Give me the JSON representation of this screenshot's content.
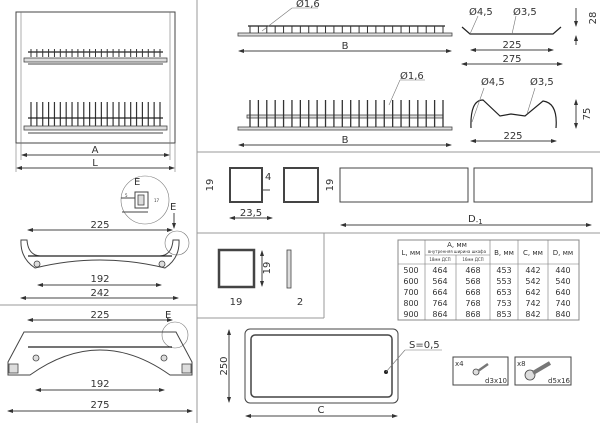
{
  "cabinet": {
    "dim_a": "A",
    "dim_l": "L"
  },
  "detail": {
    "label": "E",
    "dim_5": "5",
    "dim_17": "17",
    "callout": "E"
  },
  "upper_bracket": {
    "dim_225": "225",
    "dim_192": "192",
    "dim_242": "242"
  },
  "lower_bracket": {
    "dim_225": "225",
    "dim_192": "192",
    "dim_275": "275",
    "callout": "E"
  },
  "upper_rack": {
    "wire": "Ø1,6",
    "length": "B"
  },
  "upper_profile": {
    "d1": "Ø4,5",
    "d2": "Ø3,5",
    "w1": "225",
    "w2": "275",
    "h": "28"
  },
  "lower_rack": {
    "wire": "Ø1,6",
    "length": "B"
  },
  "lower_profile": {
    "d1": "Ø4,5",
    "d2": "Ø3,5",
    "w1": "225",
    "h": "75"
  },
  "rail_profile": {
    "h1": "19",
    "w": "23,5",
    "lip": "4",
    "h2": "19",
    "length_main": "D",
    "length_sub": "-1"
  },
  "corner_profile": {
    "h": "19",
    "w": "19",
    "t": "2"
  },
  "table": {
    "headers": {
      "l": "L, мм",
      "a": "A, мм",
      "a_note": "внутренняя ширина шкафа",
      "a18": "18мм ДСП",
      "a16": "16мм ДСП",
      "b": "B, мм",
      "c": "C, мм",
      "d": "D, мм"
    },
    "rows": [
      [
        "500",
        "464",
        "468",
        "453",
        "442",
        "440"
      ],
      [
        "600",
        "564",
        "568",
        "553",
        "542",
        "540"
      ],
      [
        "700",
        "664",
        "668",
        "653",
        "642",
        "640"
      ],
      [
        "800",
        "764",
        "768",
        "753",
        "742",
        "740"
      ],
      [
        "900",
        "864",
        "868",
        "853",
        "842",
        "840"
      ]
    ]
  },
  "tray": {
    "h": "250",
    "w": "C",
    "thickness": "S=0,5"
  },
  "screws": [
    {
      "qty": "x4",
      "size": "d3x10"
    },
    {
      "qty": "x8",
      "size": "d5x16"
    }
  ]
}
